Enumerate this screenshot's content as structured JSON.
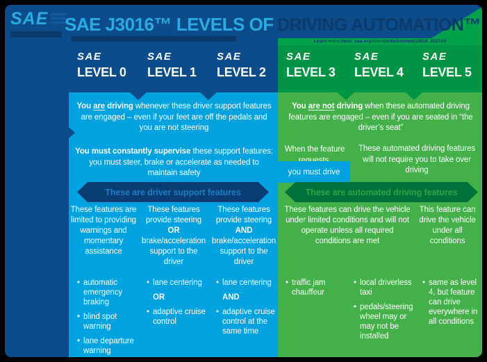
{
  "header": {
    "logo_text": "SAE",
    "sae_logo": "SAE",
    "title_left": "SAE J3016™ LEVELS OF",
    "title_right": "DRIVING AUTOMATION™",
    "learn_more": "Learn more here: sae.org/standards/content/j3016_202104"
  },
  "colors": {
    "navy": "#0d4c8a",
    "cyan_panel": "#00a3df",
    "green_panel": "#43b049",
    "dark_green_band": "#009444",
    "ribbon_navy": "#0a3d74",
    "ribbon_green": "#00713a",
    "accent_cyan": "#2aabe2",
    "accent_green": "#00a14b"
  },
  "levels": [
    {
      "label": "LEVEL 0"
    },
    {
      "label": "LEVEL 1"
    },
    {
      "label": "LEVEL 2"
    },
    {
      "label": "LEVEL 3"
    },
    {
      "label": "LEVEL 4"
    },
    {
      "label": "LEVEL 5"
    }
  ],
  "blue": {
    "row1": {
      "b1": "You ",
      "u": "are",
      "b2": " driving",
      "rest": " whenever these driver support features are engaged – even if your feet are off the pedals and you are not steering"
    },
    "row2": {
      "bold": "You must constantly supervise",
      "rest": " these support features; you must steer, brake or accelerate as needed to maintain safety"
    },
    "ribbon": "These are driver support features",
    "columns": [
      {
        "desc_pre": "These features are limited to providing warnings and momentary assistance",
        "desc_bold": "",
        "desc_post": "",
        "bullets": [
          "automatic emergency braking",
          "blind spot warning",
          "lane departure warning"
        ]
      },
      {
        "desc_pre": "These features provide steering ",
        "desc_bold": "OR",
        "desc_post": " brake/acceleration support to the driver",
        "bullets": [
          "lane centering",
          "OR",
          "adaptive cruise control"
        ]
      },
      {
        "desc_pre": "These features provide steering ",
        "desc_bold": "AND",
        "desc_post": " brake/acceleration support to the driver",
        "bullets": [
          "lane centering",
          "AND",
          "adaptive cruise control at the same time"
        ]
      }
    ]
  },
  "green": {
    "row1": {
      "b1": "You ",
      "u": "are not",
      "b2": " driving",
      "rest": " when these automated driving features are engaged – even if you are seated in “the driver’s seat”"
    },
    "row2_left_top": "When the feature requests,",
    "row2_left_box": "you must drive",
    "row2_right": "These automated driving features will not require you to take over driving",
    "ribbon": "These are automated driving features",
    "desc_34": "These features can drive the vehicle under limited conditions and will not operate unless all required conditions are met",
    "desc_5": "This feature can drive the vehicle under all conditions",
    "bullets_3": [
      "traffic jam chauffeur"
    ],
    "bullets_4": [
      "local driverless taxi",
      "pedals/steering wheel may or may not be installed"
    ],
    "bullets_5": [
      "same as level 4, but feature can drive everywhere in all conditions"
    ]
  }
}
